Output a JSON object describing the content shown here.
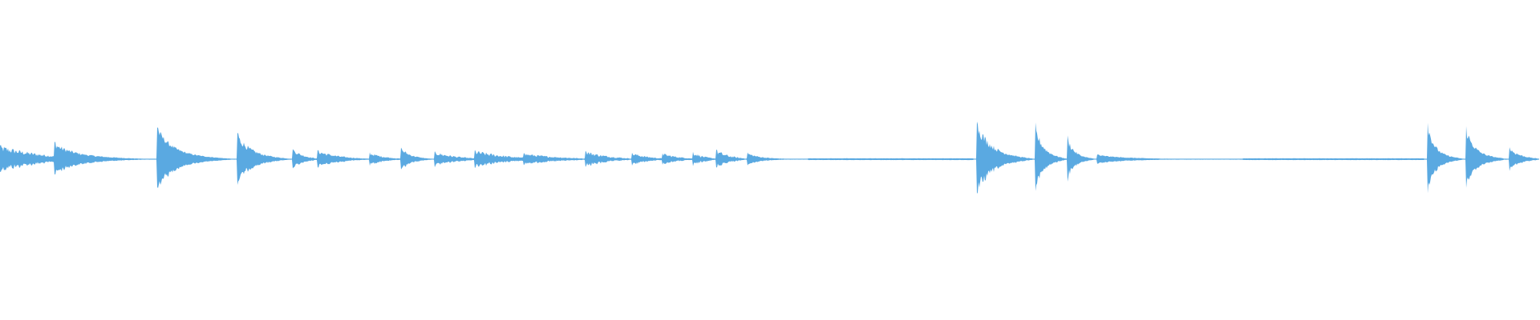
{
  "waveform": {
    "color": "#5aa9e1",
    "background": "#ffffff",
    "segments": [
      {
        "start": 0.0,
        "end": 0.035,
        "peak": 0.045,
        "decay": 0.4,
        "ripple": 0.5
      },
      {
        "start": 0.035,
        "end": 0.102,
        "peak": 0.055,
        "decay": 1.6,
        "ripple": 0.35
      },
      {
        "start": 0.102,
        "end": 0.154,
        "peak": 0.105,
        "decay": 1.8,
        "ripple": 0.25
      },
      {
        "start": 0.154,
        "end": 0.19,
        "peak": 0.085,
        "decay": 1.4,
        "ripple": 0.35
      },
      {
        "start": 0.19,
        "end": 0.206,
        "peak": 0.035,
        "decay": 0.8,
        "ripple": 0.4
      },
      {
        "start": 0.206,
        "end": 0.24,
        "peak": 0.03,
        "decay": 0.9,
        "ripple": 0.45
      },
      {
        "start": 0.24,
        "end": 0.26,
        "peak": 0.022,
        "decay": 0.7,
        "ripple": 0.45
      },
      {
        "start": 0.26,
        "end": 0.282,
        "peak": 0.04,
        "decay": 1.2,
        "ripple": 0.4
      },
      {
        "start": 0.282,
        "end": 0.308,
        "peak": 0.025,
        "decay": 0.6,
        "ripple": 0.5
      },
      {
        "start": 0.308,
        "end": 0.34,
        "peak": 0.03,
        "decay": 0.5,
        "ripple": 0.55
      },
      {
        "start": 0.34,
        "end": 0.38,
        "peak": 0.02,
        "decay": 0.6,
        "ripple": 0.5
      },
      {
        "start": 0.38,
        "end": 0.41,
        "peak": 0.028,
        "decay": 0.7,
        "ripple": 0.5
      },
      {
        "start": 0.41,
        "end": 0.43,
        "peak": 0.022,
        "decay": 0.6,
        "ripple": 0.5
      },
      {
        "start": 0.43,
        "end": 0.45,
        "peak": 0.02,
        "decay": 0.6,
        "ripple": 0.5
      },
      {
        "start": 0.45,
        "end": 0.465,
        "peak": 0.024,
        "decay": 0.7,
        "ripple": 0.5
      },
      {
        "start": 0.465,
        "end": 0.485,
        "peak": 0.032,
        "decay": 0.8,
        "ripple": 0.55
      },
      {
        "start": 0.485,
        "end": 0.525,
        "peak": 0.022,
        "decay": 1.8,
        "ripple": 0.4
      },
      {
        "start": 0.525,
        "end": 0.632,
        "peak": 0.003,
        "decay": 0.0,
        "ripple": 0.2
      },
      {
        "start": 0.634,
        "end": 0.672,
        "peak": 0.13,
        "decay": 1.5,
        "ripple": 0.35
      },
      {
        "start": 0.672,
        "end": 0.693,
        "peak": 0.115,
        "decay": 1.4,
        "ripple": 0.35
      },
      {
        "start": 0.693,
        "end": 0.712,
        "peak": 0.075,
        "decay": 1.5,
        "ripple": 0.35
      },
      {
        "start": 0.712,
        "end": 0.795,
        "peak": 0.015,
        "decay": 1.6,
        "ripple": 0.3
      },
      {
        "start": 0.807,
        "end": 0.925,
        "peak": 0.003,
        "decay": 0.0,
        "ripple": 0.2
      },
      {
        "start": 0.927,
        "end": 0.952,
        "peak": 0.12,
        "decay": 2.0,
        "ripple": 0.3
      },
      {
        "start": 0.952,
        "end": 0.98,
        "peak": 0.105,
        "decay": 1.8,
        "ripple": 0.3
      },
      {
        "start": 0.98,
        "end": 1.0,
        "peak": 0.04,
        "decay": 1.0,
        "ripple": 0.4
      }
    ]
  }
}
